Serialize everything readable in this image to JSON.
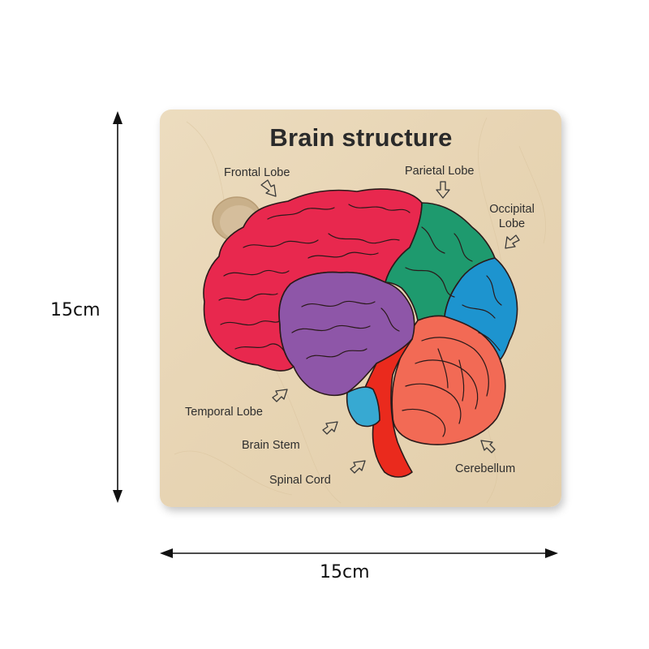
{
  "dimensions": {
    "height": "15cm",
    "width": "15cm"
  },
  "board": {
    "title": "Brain structure",
    "labels": {
      "frontal": "Frontal Lobe",
      "parietal": "Parietal Lobe",
      "occipital_1": "Occipital",
      "occipital_2": "Lobe",
      "temporal": "Temporal Lobe",
      "brain_stem": "Brain Stem",
      "spinal_cord": "Spinal Cord",
      "cerebellum": "Cerebellum"
    }
  },
  "colors": {
    "board": "#e9d7b8",
    "frontal_lobe": "#e8284e",
    "parietal_lobe": "#1e9a6e",
    "occipital_lobe": "#1d94cf",
    "temporal_lobe": "#8e56a8",
    "cerebellum": "#f26a55",
    "brain_stem": "#37a9d2",
    "spinal_cord": "#ea2a1d"
  }
}
